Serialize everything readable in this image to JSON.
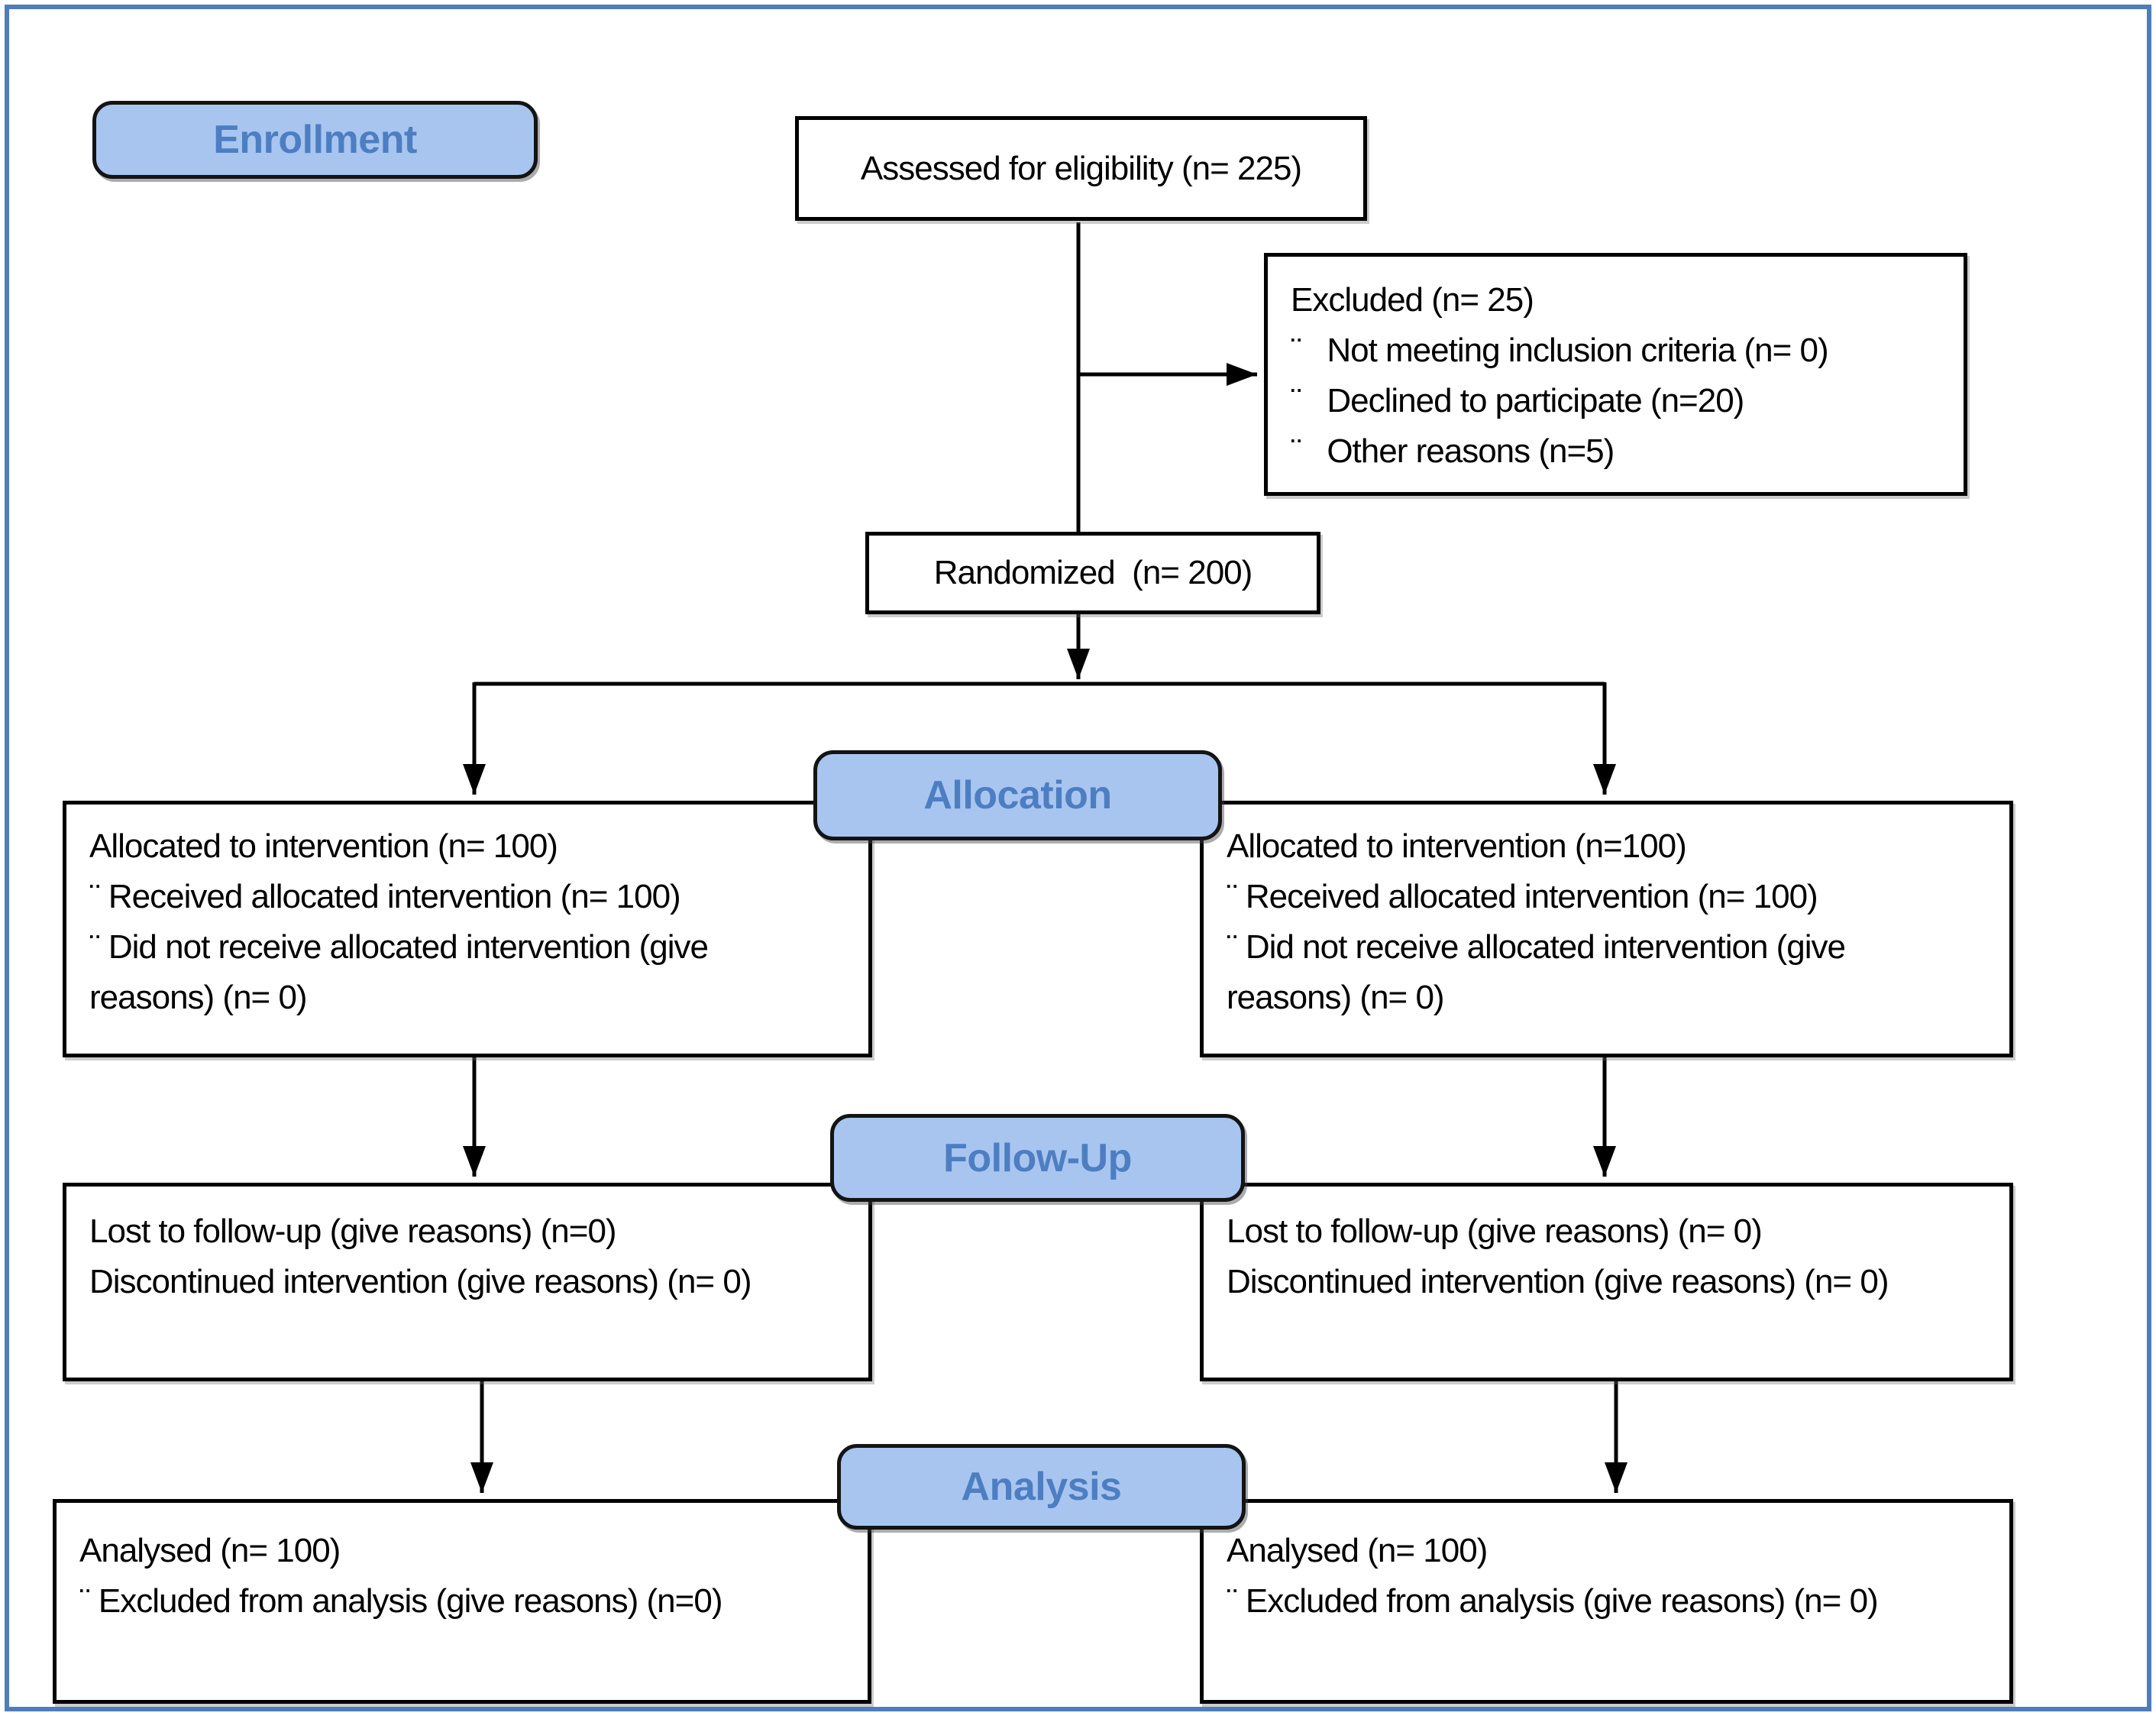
{
  "colors": {
    "frame": "#4d7ebb",
    "badge_fill": "#a8c5f0",
    "badge_text": "#4d7ec1",
    "box_border": "#000000",
    "connector": "#000000",
    "background": "#ffffff"
  },
  "badges": {
    "enrollment": "Enrollment",
    "allocation": "Allocation",
    "followup": "Follow-Up",
    "analysis": "Analysis"
  },
  "boxes": {
    "assessed": {
      "text": "Assessed for eligibility (n= 225)"
    },
    "excluded": {
      "lines": [
        "Excluded (n= 25)",
        "¨   Not meeting inclusion criteria (n= 0)",
        "¨   Declined to participate (n=20)",
        "¨   Other reasons (n=5)"
      ]
    },
    "randomized": {
      "text": "Randomized  (n= 200)"
    },
    "allocation_left": {
      "lines": [
        "Allocated to intervention (n= 100)",
        "¨ Received allocated intervention (n= 100)",
        "¨ Did not receive allocated intervention (give",
        "reasons) (n= 0)"
      ]
    },
    "allocation_right": {
      "lines": [
        "Allocated to intervention (n=100)",
        "¨ Received allocated intervention (n= 100)",
        "¨ Did not receive allocated intervention (give",
        "reasons) (n= 0)"
      ]
    },
    "followup_left": {
      "lines": [
        "Lost to follow-up (give reasons) (n=0)",
        "Discontinued intervention (give reasons) (n= 0)"
      ]
    },
    "followup_right": {
      "lines": [
        "Lost to follow-up (give reasons) (n= 0)",
        "Discontinued intervention (give reasons) (n= 0)"
      ]
    },
    "analysis_left": {
      "lines": [
        "Analysed (n= 100)",
        "¨ Excluded from analysis (give reasons) (n=0)"
      ]
    },
    "analysis_right": {
      "lines": [
        "Analysed (n= 100)",
        "¨ Excluded from analysis (give reasons) (n= 0)"
      ]
    }
  }
}
